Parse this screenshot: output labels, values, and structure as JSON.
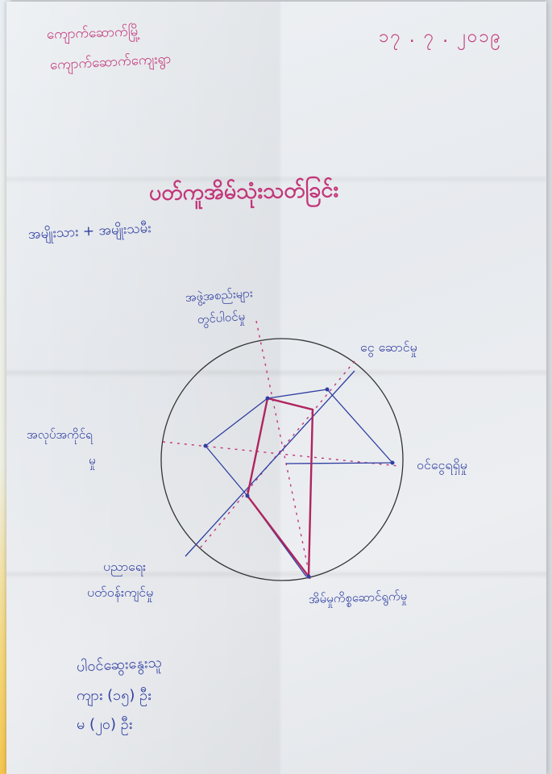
{
  "colors": {
    "pink": "#c2367a",
    "blue": "#2f3ea1",
    "paper": "#e9ecef",
    "circle": "#333333"
  },
  "header": {
    "line1": "ကျောက်ဆောက်မြို့",
    "line2": "ကျောက်ဆောက်ကျေးရွာ",
    "date": "၁၇ . ၇ . ၂၀၁၉"
  },
  "title": "ပတ်ကူအိမ်သုံးသတ်ခြင်း",
  "subtitle": "အမျိုးသား + အမျိုးသမီး",
  "labels": {
    "top": [
      "အဖွဲ့အစည်းများ",
      "တွင်ပါဝင်မှု"
    ],
    "top_right": "ငွေ ဆောင်မှု",
    "left": [
      "အလုပ်အကိုင်ရ",
      "မှု"
    ],
    "right": "ဝင်ငွေရရှိမှု",
    "bottom_left": [
      "ပညာရေး",
      "ပတ်ဝန်းကျင်မှု"
    ],
    "bottom": "အိမ်မှုကိစ္စဆောင်ရွက်မှု"
  },
  "footer": {
    "line1": "ပါဝင်ဆွေးနွေးသူ",
    "line2": "ကျား (၁၅) ဦး",
    "line3": "မ (၂၀) ဦး"
  }
}
